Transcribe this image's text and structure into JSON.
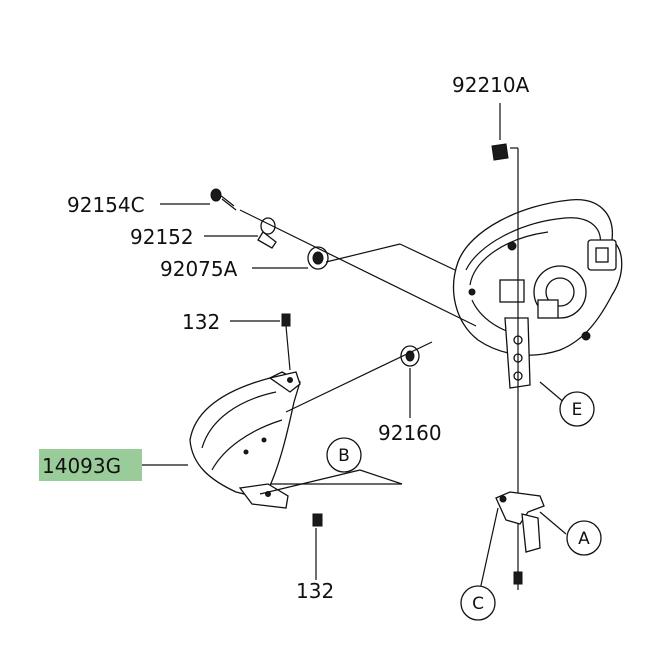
{
  "diagram": {
    "highlight_color": "#99cc99",
    "part_numbers": {
      "clip_top": "92210A",
      "bolt": "92154C",
      "collar": "92152",
      "grommet_upper": "92075A",
      "screw_upper": "132",
      "grommet_lower": "92160",
      "cover": "14093G",
      "screw_lower": "132"
    },
    "callouts": {
      "e": "E",
      "b": "B",
      "a": "A",
      "c": "C"
    }
  }
}
